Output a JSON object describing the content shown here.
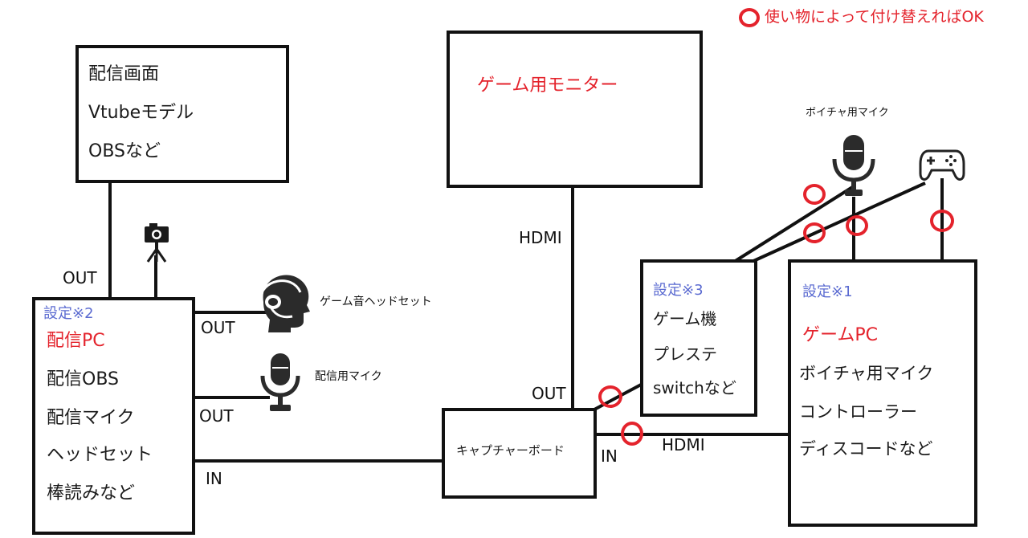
{
  "legend": {
    "text": "使い物によって付け替えればOK"
  },
  "stream_screen": {
    "lines": [
      "配信画面",
      "Vtubeモデル",
      "OBSなど"
    ]
  },
  "stream_pc": {
    "setting": "設定※2",
    "title": "配信PC",
    "lines": [
      "配信OBS",
      "配信マイク",
      "ヘッドセット",
      "棒読みなど"
    ]
  },
  "game_monitor": {
    "title": "ゲーム用モニター"
  },
  "capture_board": {
    "label": "キャプチャーボード"
  },
  "game_console": {
    "setting": "設定※3",
    "lines": [
      "ゲーム機",
      "プレステ",
      "switchなど"
    ]
  },
  "game_pc": {
    "setting": "設定※1",
    "title": "ゲームPC",
    "lines": [
      "ボイチャ用マイク",
      "コントローラー",
      "ディスコードなど"
    ]
  },
  "devices": {
    "headset_label": "ゲーム音ヘッドセット",
    "stream_mic_label": "配信用マイク",
    "voice_mic_label": "ボイチャ用マイク",
    "camera_icon": "camera-icon",
    "headset_icon": "headset-icon",
    "mic_icon": "microphone-icon",
    "controller_icon": "gamepad-icon"
  },
  "connections": {
    "out_screen": "OUT",
    "out_headset": "OUT",
    "out_mic": "OUT",
    "in_capture": "IN",
    "hdmi_monitor": "HDMI",
    "out_capture": "OUT",
    "in_from_pc": "IN",
    "hdmi_pc": "HDMI"
  },
  "colors": {
    "accent_red": "#e4232c",
    "setting_blue": "#5b6bd1",
    "line": "#111111"
  }
}
